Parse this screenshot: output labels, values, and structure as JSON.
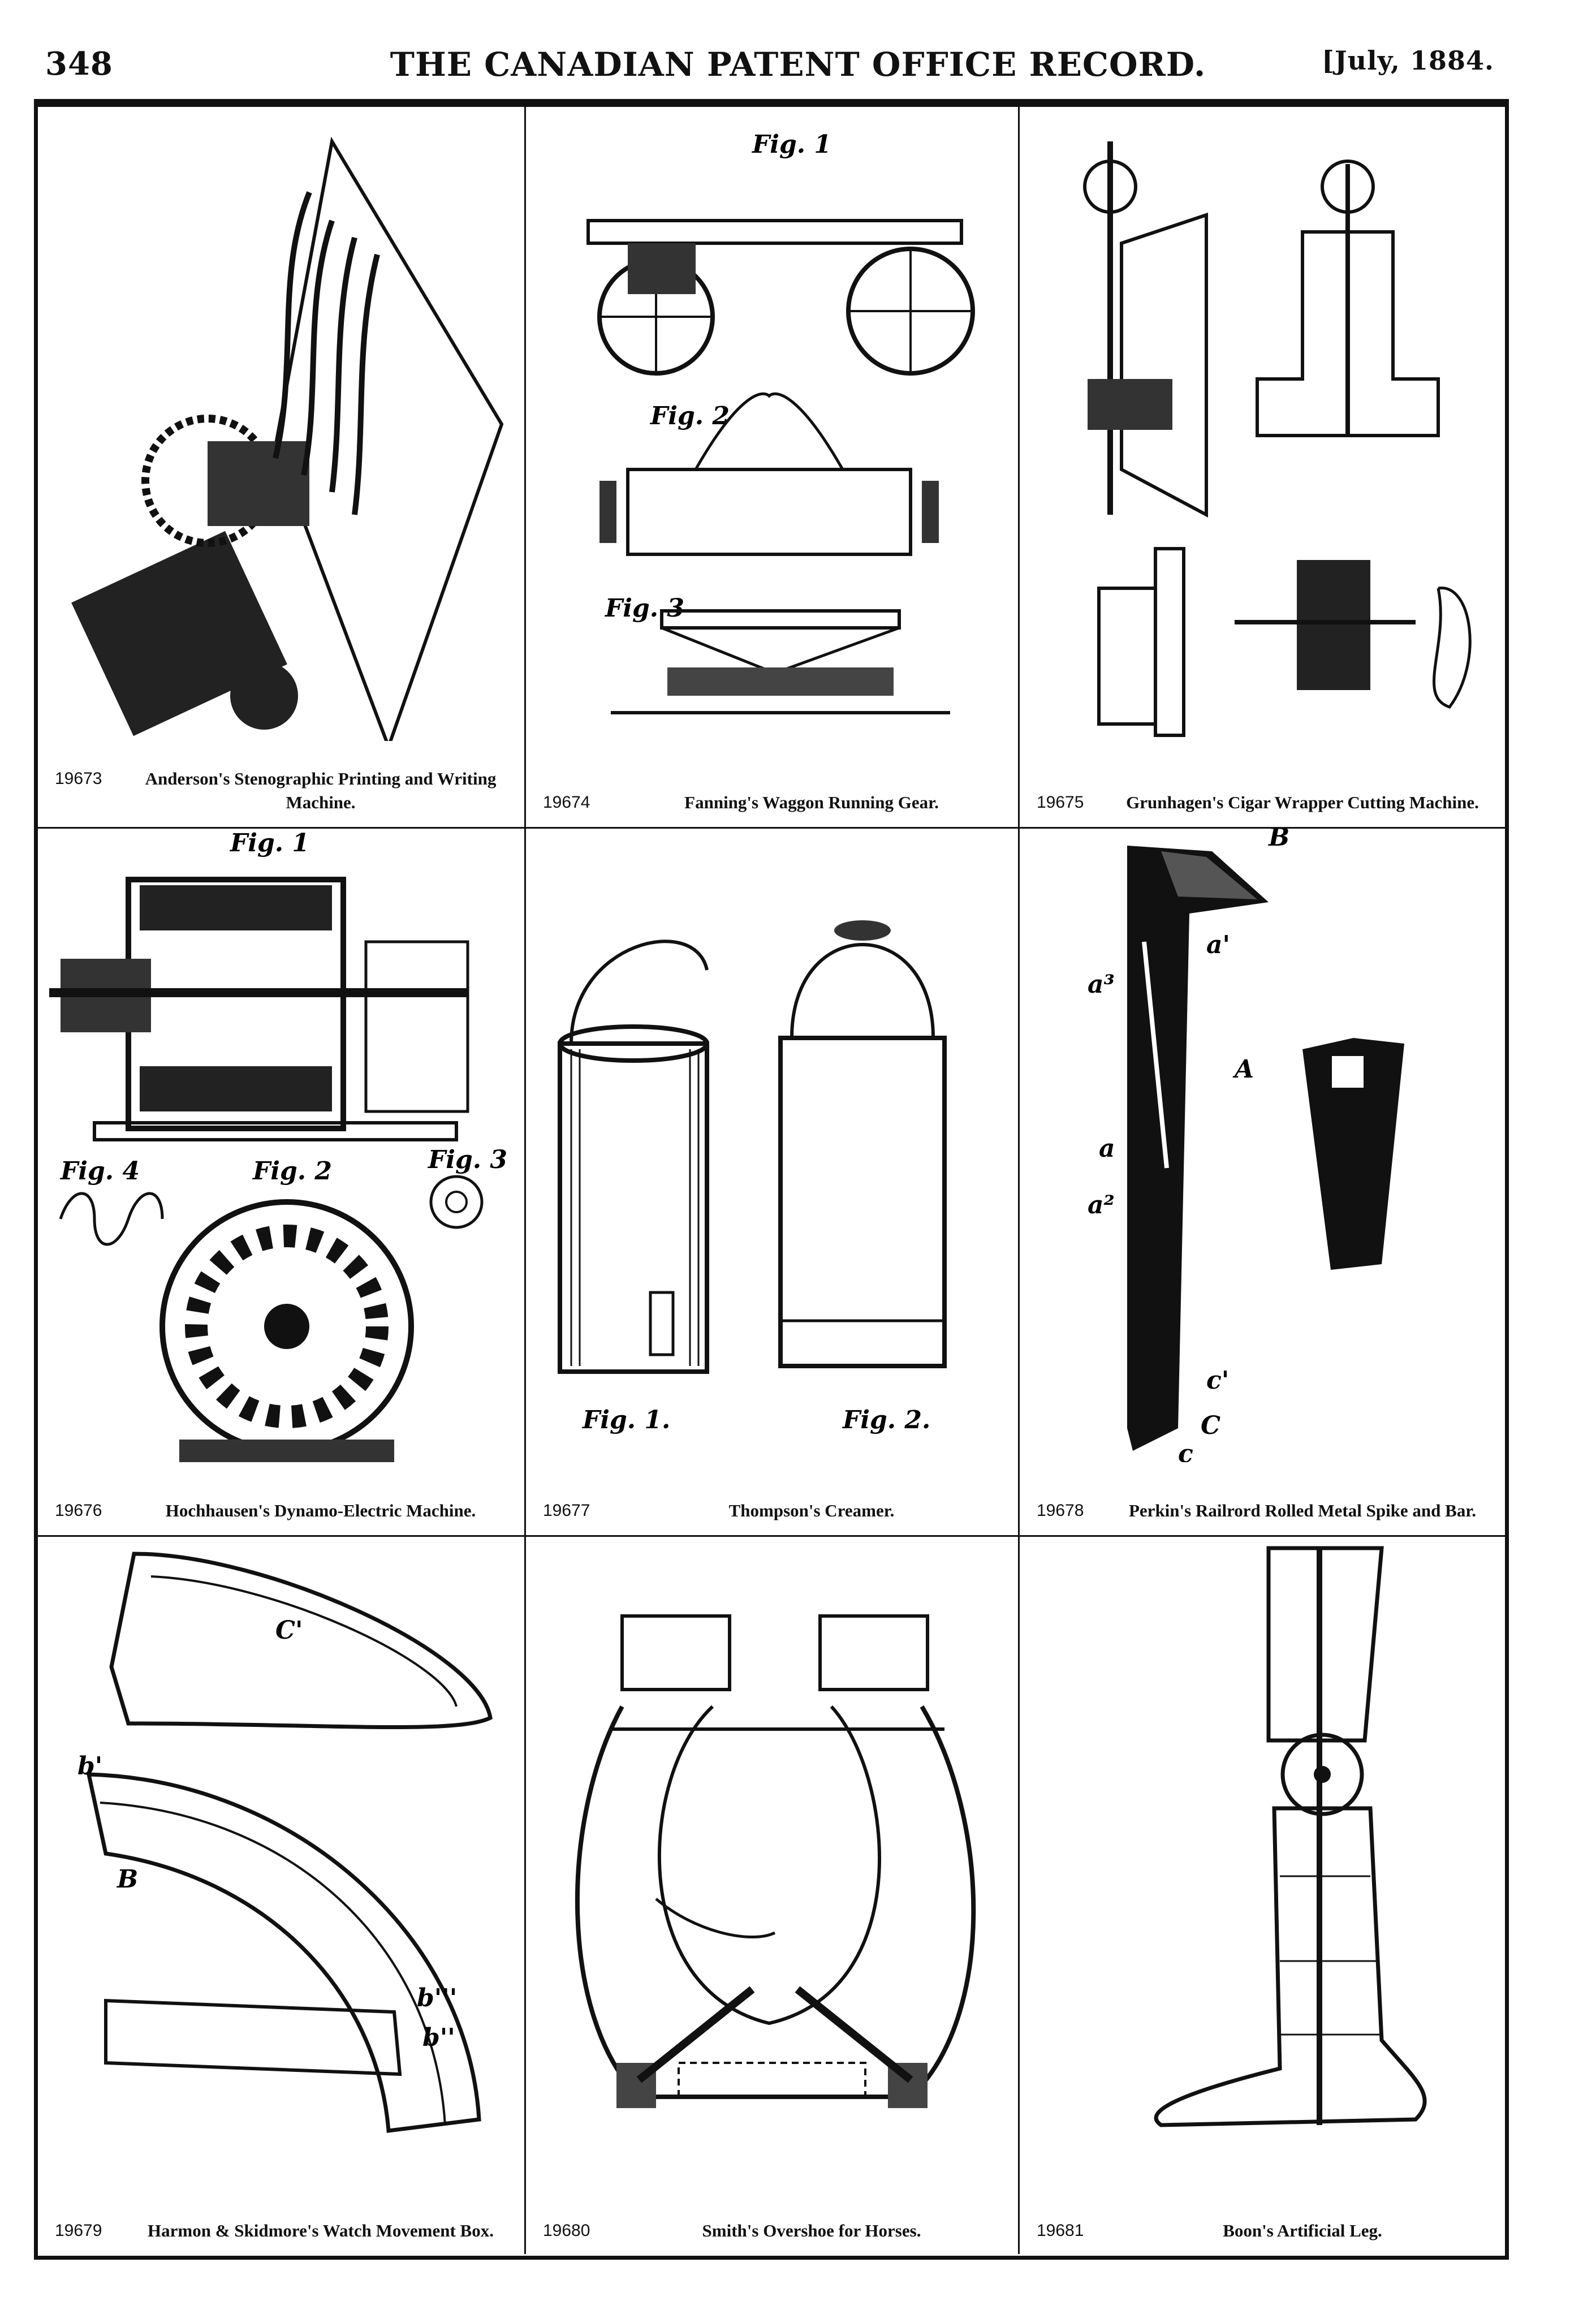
{
  "header": {
    "page_number": "348",
    "title": "THE CANADIAN PATENT OFFICE RECORD.",
    "date": "[July, 1884."
  },
  "patents": [
    {
      "number": "19673",
      "title": "Anderson's Stenographic Printing and Writing Machine."
    },
    {
      "number": "19674",
      "title": "Fanning's Waggon Running Gear."
    },
    {
      "number": "19675",
      "title": "Grunhagen's Cigar Wrapper Cutting Machine."
    },
    {
      "number": "19676",
      "title": "Hochhausen's Dynamo-Electric Machine."
    },
    {
      "number": "19677",
      "title": "Thompson's Creamer."
    },
    {
      "number": "19678",
      "title": "Perkin's Railrord Rolled Metal Spike and Bar."
    },
    {
      "number": "19679",
      "title": "Harmon & Skidmore's Watch Movement Box."
    },
    {
      "number": "19680",
      "title": "Smith's Overshoe for Horses."
    },
    {
      "number": "19681",
      "title": "Boon's Artificial Leg."
    }
  ],
  "figure_labels": {
    "waggon": [
      "Fig. 1",
      "Fig. 2",
      "Fig. 3"
    ],
    "dynamo": [
      "Fig. 1",
      "Fig. 2",
      "Fig. 3",
      "Fig. 4"
    ],
    "creamer": [
      "Fig. 1.",
      "Fig. 2."
    ],
    "spike": [
      "B",
      "A",
      "a'",
      "a³",
      "a",
      "a²",
      "C",
      "c'",
      "c"
    ],
    "watch_box": [
      "C'",
      "B",
      "b'",
      "b'''",
      "b''"
    ]
  }
}
